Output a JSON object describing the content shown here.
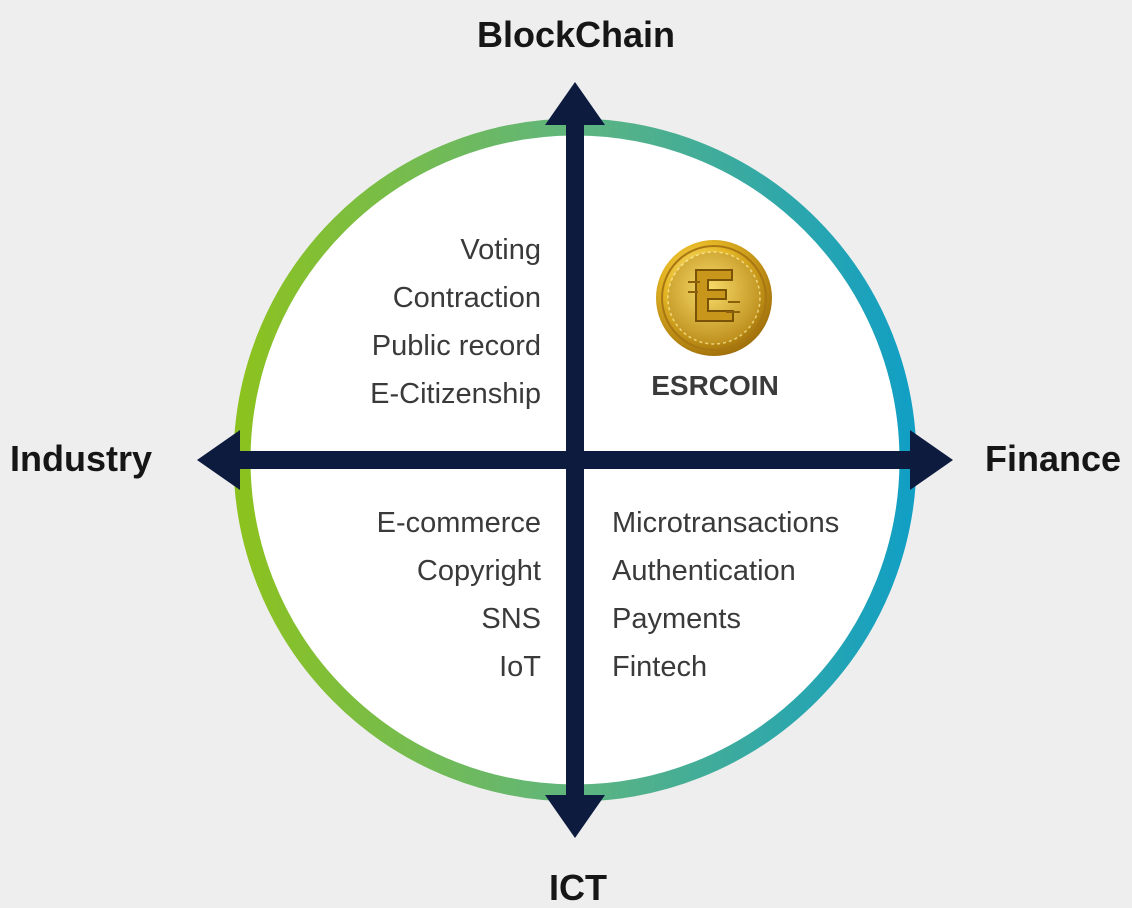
{
  "axes": {
    "top": "BlockChain",
    "bottom": "ICT",
    "left": "Industry",
    "right": "Finance"
  },
  "quadrants": {
    "top_left": [
      "Voting",
      "Contraction",
      "Public record",
      "E-Citizenship"
    ],
    "top_right_label": "ESRCOIN",
    "bottom_left": [
      "E-commerce",
      "Copyright",
      "SNS",
      "IoT"
    ],
    "bottom_right": [
      "Microtransactions",
      "Authentication",
      "Payments",
      "Fintech"
    ]
  },
  "coin_icon": "esrcoin-coin-icon",
  "colors": {
    "background": "#eeeeee",
    "axis": "#0d1b3e",
    "ring_start": "#8cc21f",
    "ring_end": "#129fc4",
    "circle_fill": "#ffffff"
  }
}
